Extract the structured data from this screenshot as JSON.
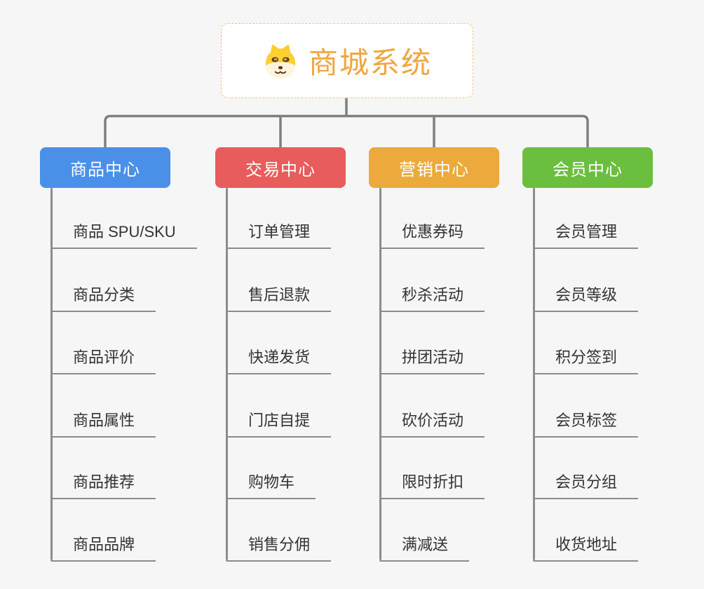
{
  "page": {
    "background": "#f6f6f6",
    "connector_color": "#7f7f7f"
  },
  "root": {
    "title": "商城系统",
    "icon": "doge-icon",
    "text_color": "#f0a640",
    "border_color": "#f3c46e"
  },
  "branches": [
    {
      "label": "商品中心",
      "color": "#4a90e8",
      "items": [
        "商品 SPU/SKU",
        "商品分类",
        "商品评价",
        "商品属性",
        "商品推荐",
        "商品品牌"
      ]
    },
    {
      "label": "交易中心",
      "color": "#e85c5c",
      "items": [
        "订单管理",
        "售后退款",
        "快递发货",
        "门店自提",
        "购物车",
        "销售分佣"
      ]
    },
    {
      "label": "营销中心",
      "color": "#ebaa3b",
      "items": [
        "优惠券码",
        "秒杀活动",
        "拼团活动",
        "砍价活动",
        "限时折扣",
        "满减送"
      ]
    },
    {
      "label": "会员中心",
      "color": "#6cbe3f",
      "items": [
        "会员管理",
        "会员等级",
        "积分签到",
        "会员标签",
        "会员分组",
        "收货地址"
      ]
    }
  ]
}
